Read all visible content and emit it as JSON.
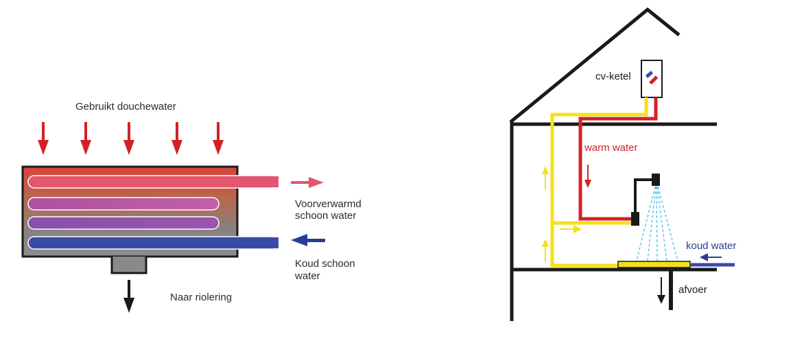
{
  "left_diagram": {
    "top_label": "Gebruikt douchewater",
    "outlet_label_line1": "Voorverwarmd",
    "outlet_label_line2": "schoon water",
    "inlet_label_line1": "Koud schoon",
    "inlet_label_line2": "water",
    "drain_label": "Naar riolering"
  },
  "right_diagram": {
    "boiler_label": "cv-ketel",
    "warm_water_label": "warm water",
    "cold_water_label": "koud water",
    "drain_label": "afvoer"
  },
  "colors": {
    "hot": "#e03a3e",
    "hot_pipe": "#e2566e",
    "warm_red": "#d32027",
    "cold": "#2b3c96",
    "cold_pipe": "#3a4aa8",
    "preheat": "#f4e11a",
    "outline": "#1a1a1a",
    "spray": "#5fc6e8"
  }
}
